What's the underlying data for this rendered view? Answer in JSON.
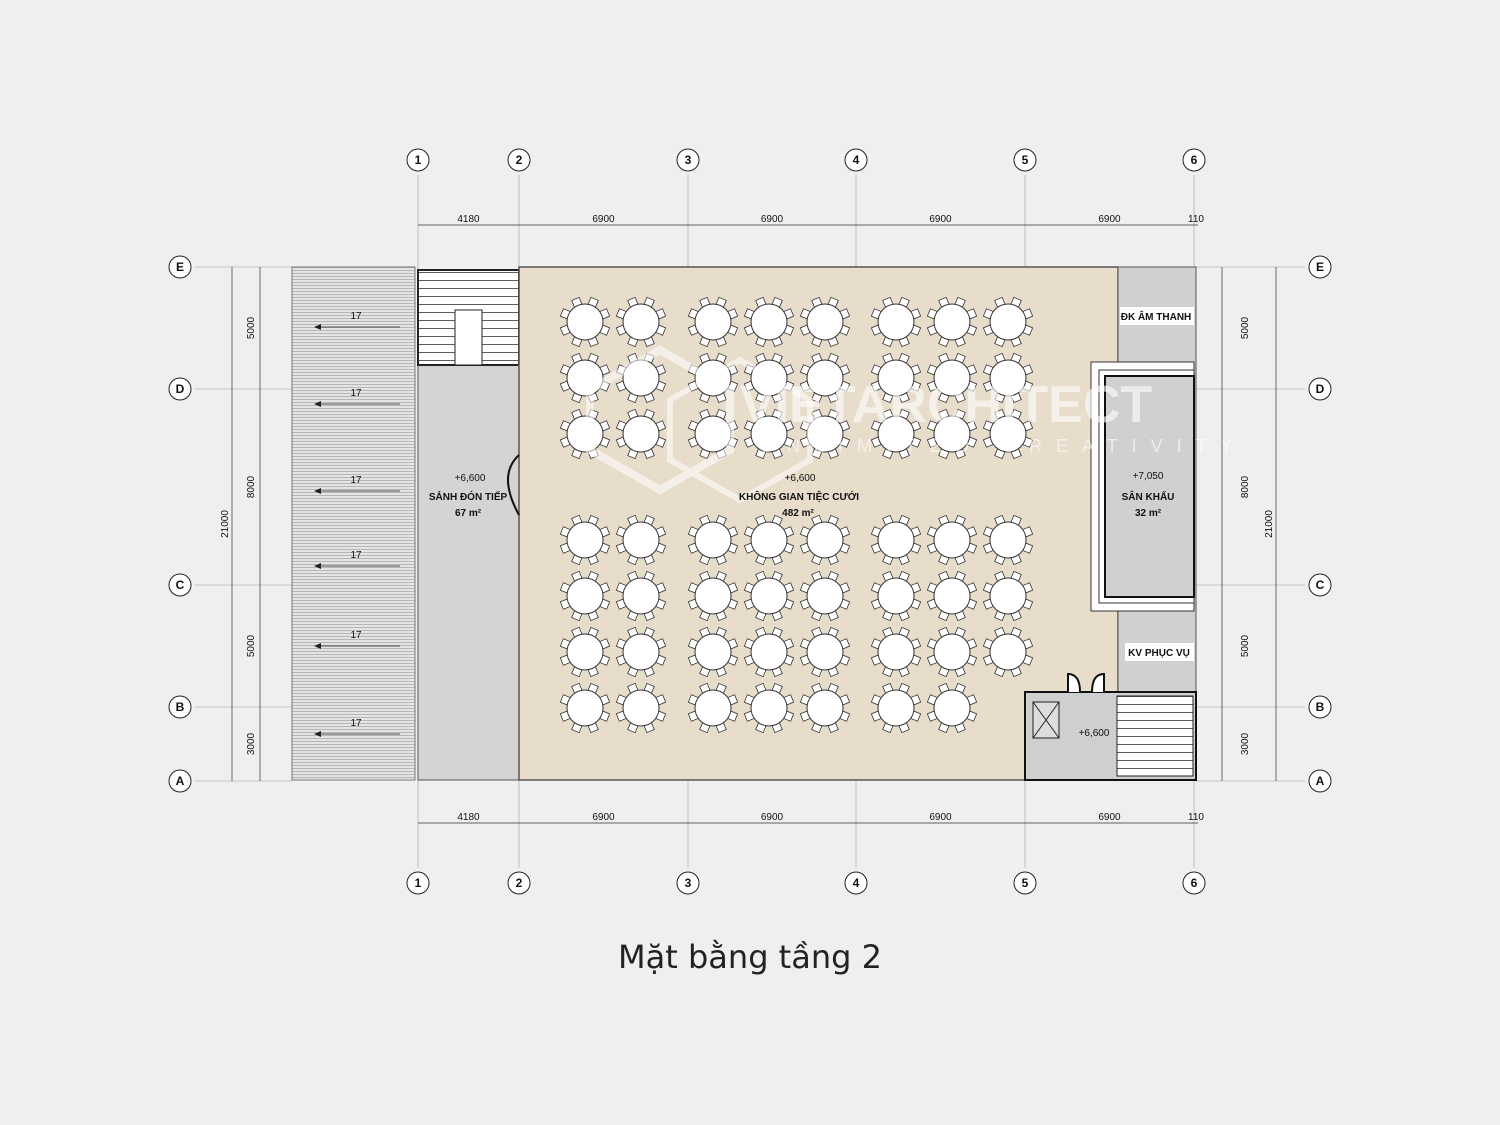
{
  "title": "Mặt bằng tầng 2",
  "grid_columns": [
    "1",
    "2",
    "3",
    "4",
    "5",
    "6"
  ],
  "grid_rows": [
    "E",
    "D",
    "C",
    "B",
    "A"
  ],
  "dims_horizontal_top": [
    "4180",
    "6900",
    "6900",
    "6900",
    "6900",
    "110"
  ],
  "dims_horizontal_bottom": [
    "4180",
    "6900",
    "6900",
    "6900",
    "6900",
    "110"
  ],
  "dims_vertical": [
    "5000",
    "8000",
    "5000",
    "3000"
  ],
  "dim_total_vertical": "21000",
  "ramp_labels": [
    "17",
    "17",
    "17",
    "17",
    "17",
    "17"
  ],
  "rooms": {
    "lobby": {
      "level": "+6,600",
      "name": "SẢNH ĐÓN TIẾP",
      "area": "67 m²"
    },
    "hall": {
      "level": "+6,600",
      "name": "KHÔNG GIAN TIỆC CƯỚI",
      "area": "482 m²"
    },
    "stage": {
      "level": "+7,050",
      "name": "SÂN KHẤU",
      "area": "32 m²"
    },
    "sound": {
      "name": "ĐK ÂM THANH"
    },
    "service": {
      "name": "KV PHỤC VỤ"
    },
    "stair_lift": {
      "level": "+6,600"
    }
  },
  "watermark": {
    "brand": "VIETARCHITECT",
    "tagline": "UNLIMITED CREATIVITY"
  },
  "colors": {
    "hall": "#e8dccb",
    "lobby": "#d4d4d4",
    "background": "#efefef"
  }
}
